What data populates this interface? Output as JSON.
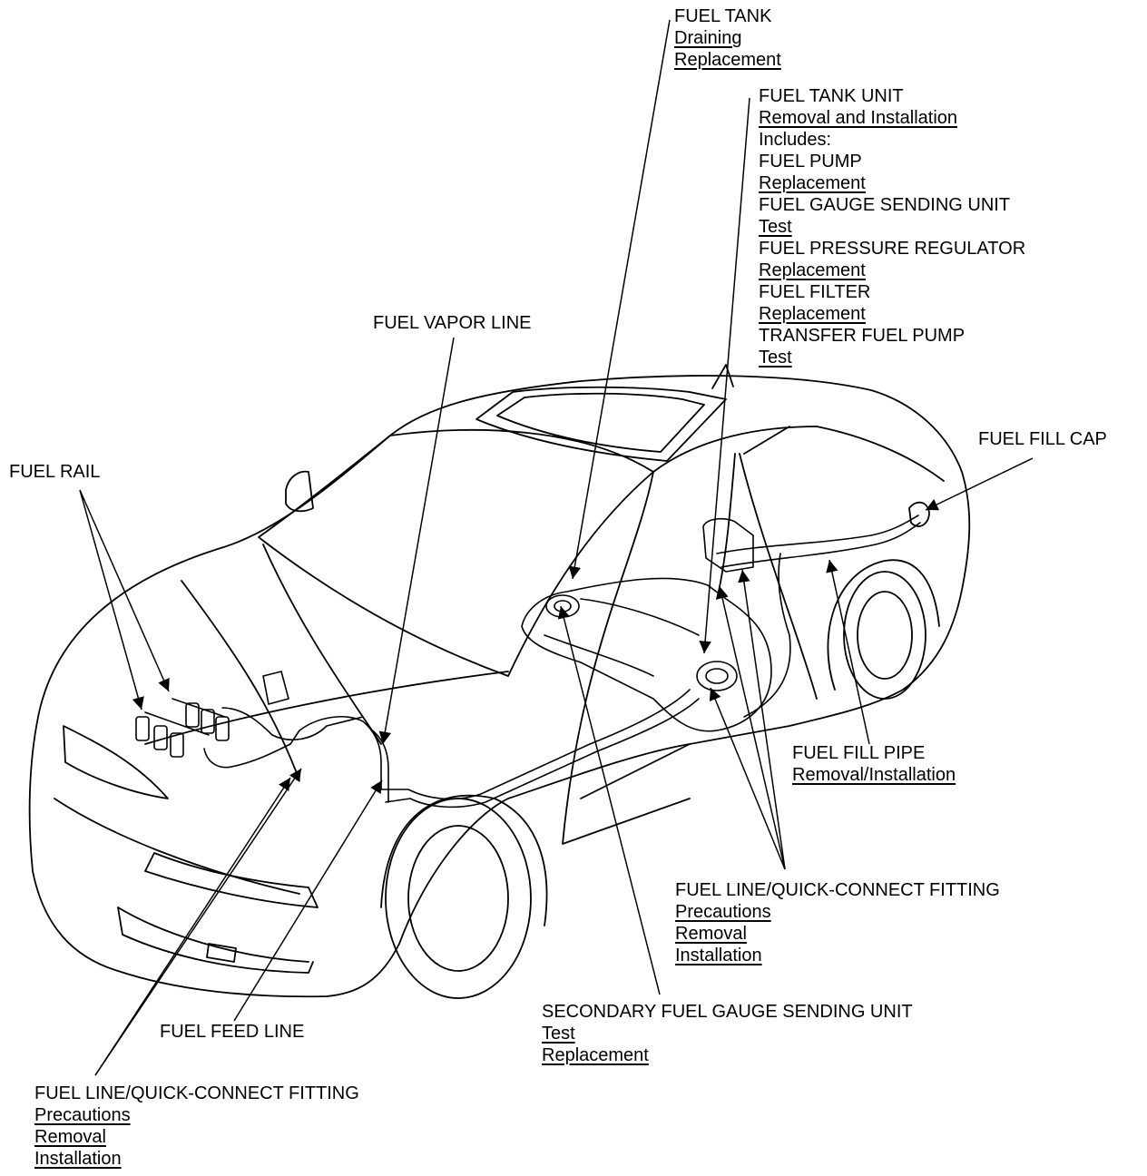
{
  "labels": {
    "fuel_tank": {
      "title": "FUEL TANK",
      "links": [
        "Draining",
        "Replacement"
      ]
    },
    "fuel_tank_unit": {
      "title": "FUEL TANK UNIT",
      "link_removal": "Removal and Installation",
      "includes": "Includes:",
      "fuel_pump": "FUEL PUMP",
      "fuel_pump_link": "Replacement",
      "gauge_unit": "FUEL GAUGE SENDING UNIT",
      "gauge_unit_link": "Test",
      "pressure_regulator": "FUEL PRESSURE REGULATOR",
      "pressure_regulator_link": "Replacement",
      "fuel_filter": "FUEL FILTER",
      "fuel_filter_link": "Replacement",
      "transfer_pump": "TRANSFER FUEL PUMP",
      "transfer_pump_link": "Test"
    },
    "fuel_vapor_line": "FUEL VAPOR LINE",
    "fuel_rail": "FUEL RAIL",
    "fuel_fill_cap": "FUEL FILL CAP",
    "fuel_fill_pipe": {
      "title": "FUEL FILL PIPE",
      "link": "Removal/Installation"
    },
    "quick_connect_right": {
      "title": "FUEL LINE/QUICK-CONNECT FITTING",
      "links": [
        "Precautions",
        "Removal",
        "Installation"
      ]
    },
    "secondary_gauge": {
      "title": "SECONDARY FUEL GAUGE SENDING UNIT",
      "links": [
        "Test",
        "Replacement"
      ]
    },
    "fuel_feed_line": "FUEL FEED LINE",
    "quick_connect_left": {
      "title": "FUEL LINE/QUICK-CONNECT FITTING",
      "links": [
        "Precautions",
        "Removal",
        "Installation"
      ]
    }
  },
  "colors": {
    "ink": "#000000",
    "background": "#ffffff"
  }
}
